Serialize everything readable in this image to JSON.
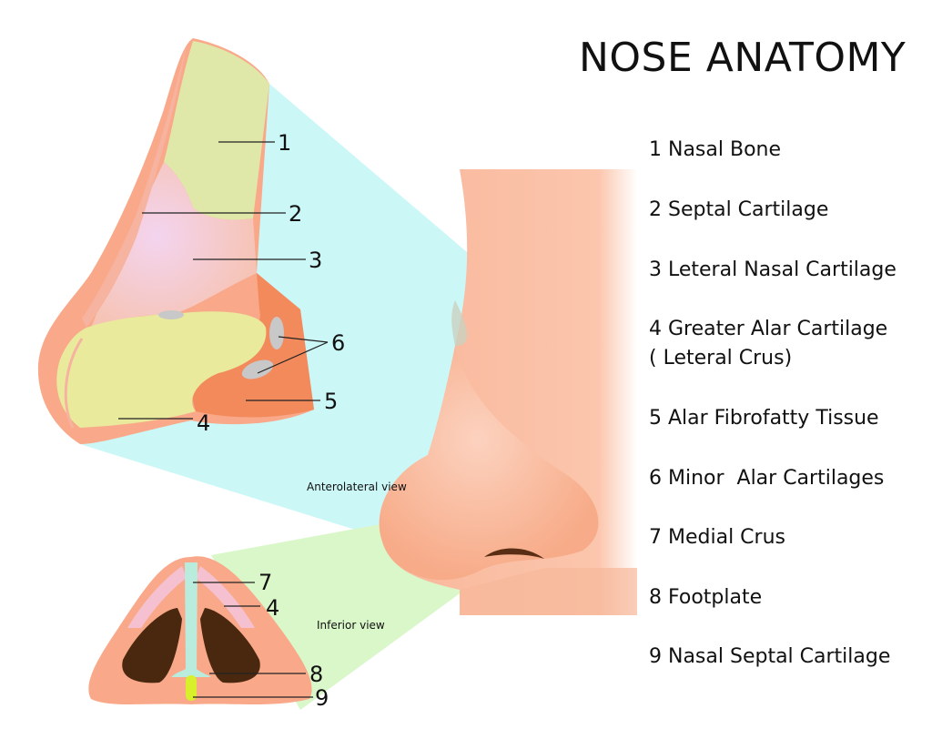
{
  "title": "NOSE ANATOMY",
  "legend": [
    {
      "id": "1",
      "text": "1 Nasal Bone"
    },
    {
      "id": "2",
      "text": "2 Septal Cartilage"
    },
    {
      "id": "3",
      "text": "3 Leteral Nasal Cartilage"
    },
    {
      "id": "4",
      "text": "4 Greater Alar Cartilage",
      "sub": "( Leteral Crus)"
    },
    {
      "id": "5",
      "text": "5 Alar Fibrofatty Tissue"
    },
    {
      "id": "6",
      "text": "6 Minor  Alar Cartilages"
    },
    {
      "id": "7",
      "text": "7 Medial Crus"
    },
    {
      "id": "8",
      "text": "8 Footplate"
    },
    {
      "id": "9",
      "text": "9 Nasal Septal Cartilage"
    }
  ],
  "views": {
    "anterolateral": "Anterolateral view",
    "inferior": "Inferior view"
  },
  "callouts": {
    "c1": "1",
    "c2": "2",
    "c3": "3",
    "c4a": "4",
    "c5": "5",
    "c6": "6",
    "c7": "7",
    "c4b": "4",
    "c8": "8",
    "c9": "9"
  },
  "colors": {
    "skin": "#f9b38f",
    "skin_dark": "#f49a78",
    "nasal_bone": "#dfe8a8",
    "septal_cartilage": "#f6c6b8",
    "lateral_cartilage": "#f5c0cf",
    "alar_cartilage": "#eaea9c",
    "fibrofatty": "#f28a5c",
    "minor_alar": "#c8c8c8",
    "projection_cyan": "#ccf7f7",
    "projection_green": "#d9f7c8",
    "nostril": "#4a2810",
    "medial_crus": "#b9ecdc",
    "septal_tip": "#d8f02c"
  }
}
